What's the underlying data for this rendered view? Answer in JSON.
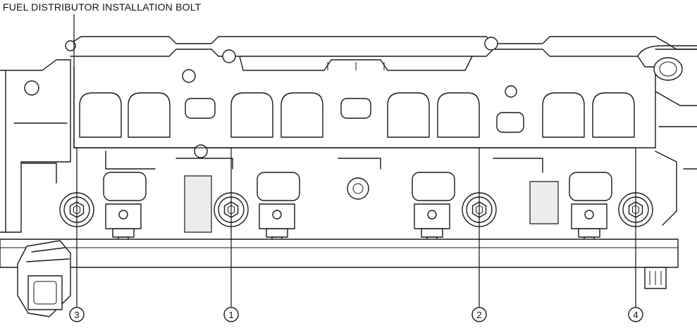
{
  "title": "FUEL DISTRIBUTOR INSTALLATION BOLT",
  "callouts": [
    {
      "number": "3"
    },
    {
      "number": "1"
    },
    {
      "number": "2"
    },
    {
      "number": "4"
    }
  ],
  "colors": {
    "line": "#1a1a1a",
    "background": "#ffffff"
  }
}
